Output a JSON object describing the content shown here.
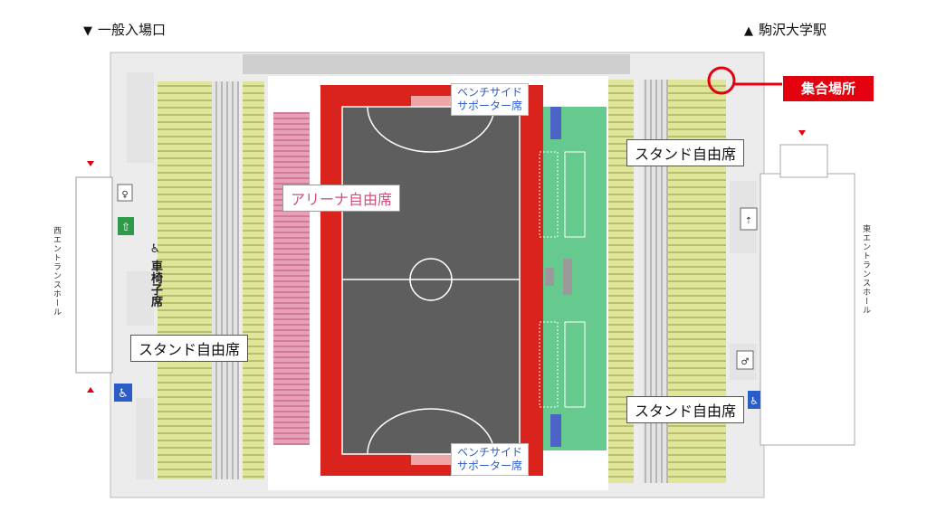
{
  "header": {
    "left_label": "一般入場口",
    "left_marker": "▼",
    "right_label": "駒沢大学駅",
    "right_marker": "▲"
  },
  "callout": {
    "meeting_point": "集合場所"
  },
  "seating": {
    "stand_free": "スタンド自由席",
    "arena_free": "アリーナ自由席",
    "bench_side_line1": "ベンチサイド",
    "bench_side_line2": "サポーター席"
  },
  "halls": {
    "west": "西エントランスホール",
    "east": "東エントランスホール"
  },
  "wheelchair_label": "♿ 車椅子席",
  "colors": {
    "court": "#5e5e5e",
    "court_border": "#d9231c",
    "arena_seats": "#e8a0b8",
    "stand_seats": "#dfe59a",
    "bench_area": "#66c98d",
    "meeting_point": "#e3000f",
    "bench_text": "#2a5dc8"
  },
  "icons": [
    "restroom-icon",
    "emergency-exit-icon",
    "wheelchair-icon",
    "meeting-point-ring-icon"
  ]
}
